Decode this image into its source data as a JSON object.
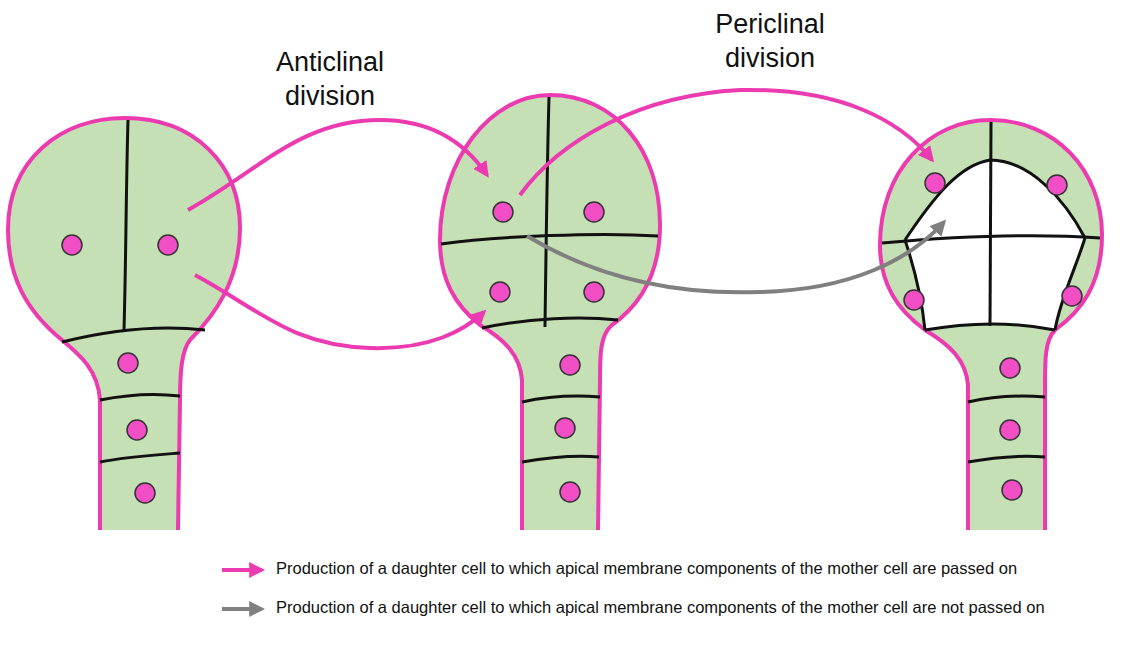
{
  "diagram": {
    "labels": [
      "Anticlinal division",
      "Periclinal division"
    ],
    "legend": [
      {
        "text": "Production of a daughter cell to which apical membrane components of the mother cell are passed on"
      },
      {
        "text": "Production of a daughter cell to which apical membrane components of the mother cell are not passed on"
      }
    ]
  }
}
